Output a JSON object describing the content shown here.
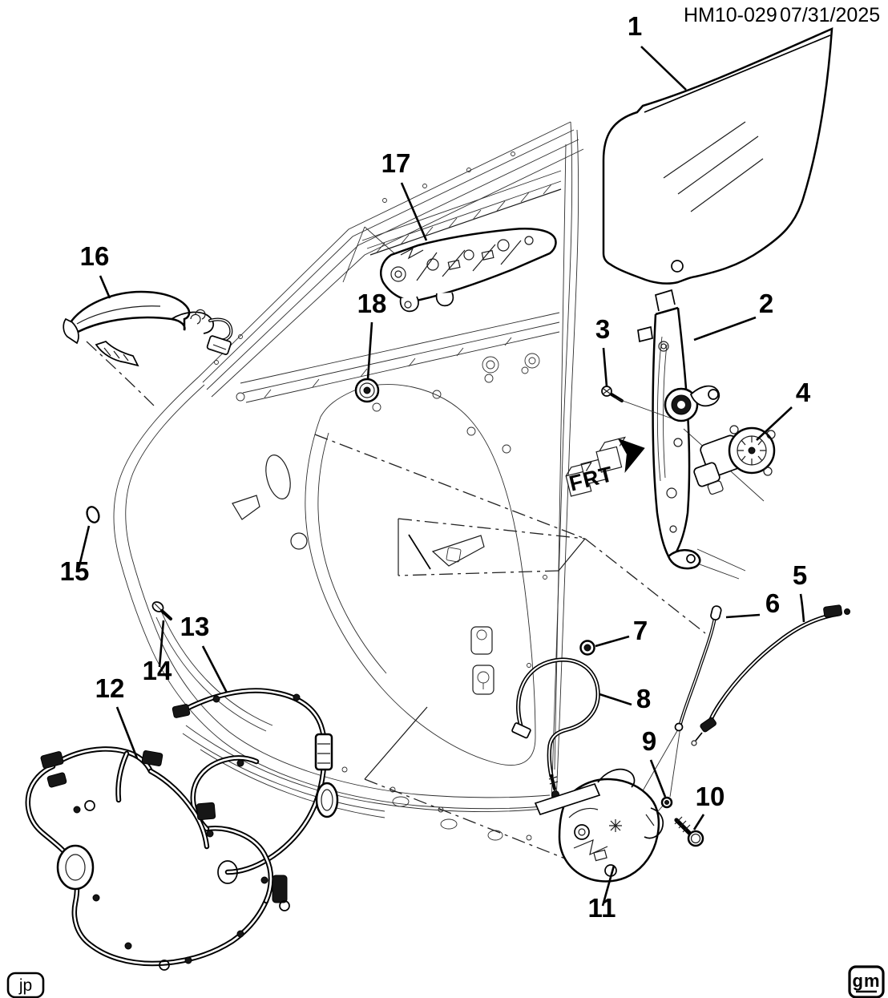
{
  "header": {
    "doc_number": "HM10-029",
    "date": "07/31/2025"
  },
  "direction_indicator": {
    "label": "FRT"
  },
  "corner_marks": {
    "left": "jp",
    "right": "gm"
  },
  "callouts": [
    {
      "num": "1",
      "part": "rear-door-window-glass"
    },
    {
      "num": "2",
      "part": "window-regulator"
    },
    {
      "num": "3",
      "part": "regulator-bolt"
    },
    {
      "num": "4",
      "part": "window-motor"
    },
    {
      "num": "5",
      "part": "lock-cable"
    },
    {
      "num": "6",
      "part": "lock-rod"
    },
    {
      "num": "7",
      "part": "grommet"
    },
    {
      "num": "8",
      "part": "release-cable"
    },
    {
      "num": "9",
      "part": "bushing"
    },
    {
      "num": "10",
      "part": "latch-bolt"
    },
    {
      "num": "11",
      "part": "door-latch"
    },
    {
      "num": "12",
      "part": "door-wiring-harness"
    },
    {
      "num": "13",
      "part": "harness-branch"
    },
    {
      "num": "14",
      "part": "screw"
    },
    {
      "num": "15",
      "part": "retainer-ring"
    },
    {
      "num": "16",
      "part": "outside-handle"
    },
    {
      "num": "17",
      "part": "handle-bracket"
    },
    {
      "num": "18",
      "part": "hole-plug"
    }
  ]
}
